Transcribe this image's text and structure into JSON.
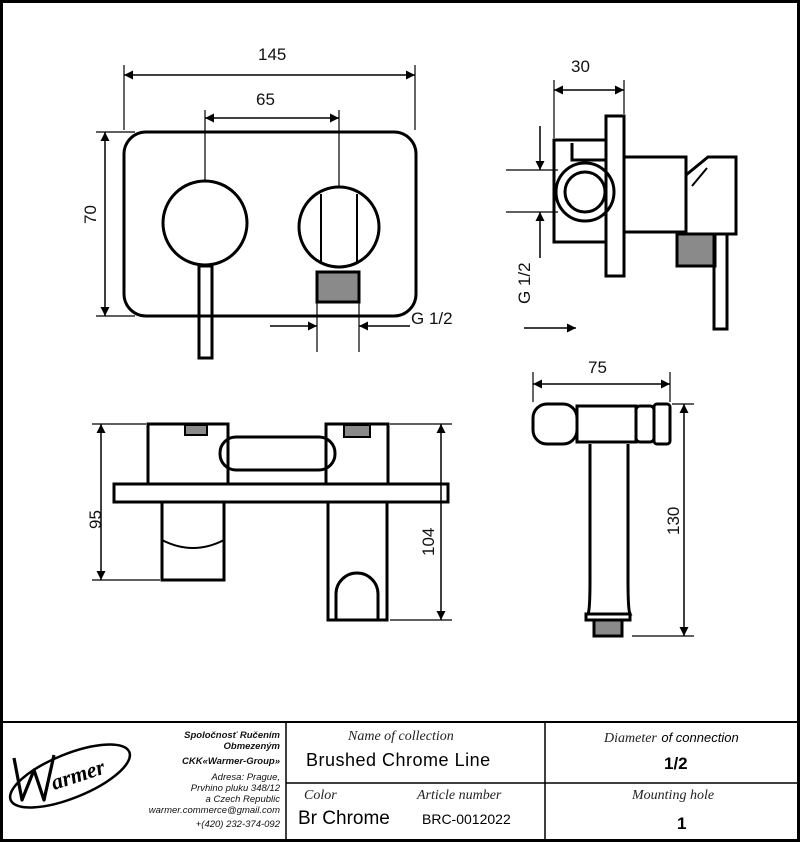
{
  "drawing": {
    "front_view": {
      "overall_width": "145",
      "center_distance": "65",
      "height": "70",
      "connection": "G 1/2"
    },
    "side_view": {
      "depth": "30",
      "connection": "G 1/2"
    },
    "top_view": {
      "height": "95",
      "outlet_length": "104"
    },
    "shower_head": {
      "width": "75",
      "length": "130"
    }
  },
  "title_block": {
    "company": {
      "name": "Spoločnosť Ručením Obmezeným",
      "group": "CKK«Warmer-Group»",
      "address_line1": "Adresa: Prague,",
      "address_line2": "Prvhino pluku 348/12",
      "address_line3": "a Czech Republic",
      "email": "warmer.commerce@gmail.com",
      "phone": "+(420) 232-374-092"
    },
    "logo_text": "Warmer",
    "collection_label": "Name of collection",
    "collection_value": "Brushed Chrome Line",
    "color_label": "Color",
    "color_value": "Br Chrome",
    "article_label": "Article number",
    "article_value": "BRC-0012022",
    "diameter_label_part1": "Diameter",
    "diameter_label_part2": "of connection",
    "diameter_value": "1/2",
    "mounting_label": "Mounting hole",
    "mounting_value": "1"
  },
  "colors": {
    "line": "#000000",
    "fill_grey": "#8a8a8a",
    "background": "#ffffff"
  }
}
